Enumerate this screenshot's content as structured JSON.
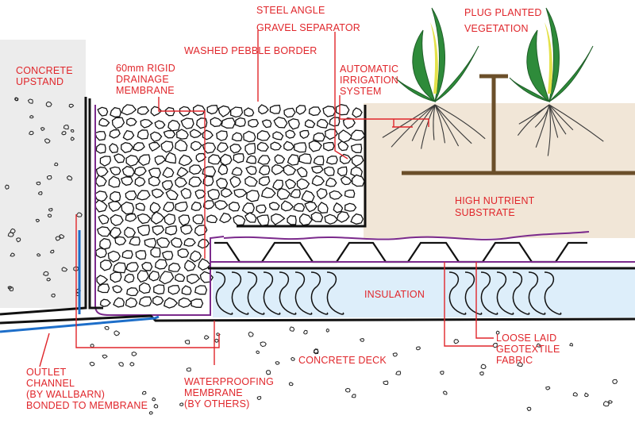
{
  "colors": {
    "label_red": "#e0262b",
    "leader_red": "#e0262b",
    "purple_membrane": "#7b2a8c",
    "blue_membrane": "#1d6ec9",
    "soil": "#f1e6d7",
    "insulation": "#ddeefa",
    "concrete": "#ececec",
    "stem_green": "#2e8b3a",
    "leaf_yellow": "#e4e24a",
    "brown_pipe": "#6b4f2a"
  },
  "labels": {
    "steel_angle": "STEEL ANGLE",
    "gravel_separator": "GRAVEL SEPARATOR",
    "plug_planted": "PLUG PLANTED",
    "vegetation": "VEGETATION",
    "washed_pebble_border": "WASHED PEBBLE BORDER",
    "concrete_upstand_1": "CONCRETE",
    "concrete_upstand_2": "UPSTAND",
    "drainage_1": "60mm RIGID",
    "drainage_2": "DRAINAGE",
    "drainage_3": "MEMBRANE",
    "irrigation_1": "AUTOMATIC",
    "irrigation_2": "IRRIGATION",
    "irrigation_3": "SYSTEM",
    "substrate_1": "HIGH NUTRIENT",
    "substrate_2": "SUBSTRATE",
    "insulation": "INSULATION",
    "geotextile_1": "LOOSE LAID",
    "geotextile_2": "GEOTEXTILE",
    "geotextile_3": "FABRIC",
    "concrete_deck": "CONCRETE DECK",
    "outlet_1": "OUTLET",
    "outlet_2": "CHANNEL",
    "outlet_3": "(BY WALLBARN)",
    "outlet_4": "BONDED TO MEMBRANE",
    "waterproofing_1": "WATERPROOFING",
    "waterproofing_2": "MEMBRANE",
    "waterproofing_3": "(BY OTHERS)"
  }
}
